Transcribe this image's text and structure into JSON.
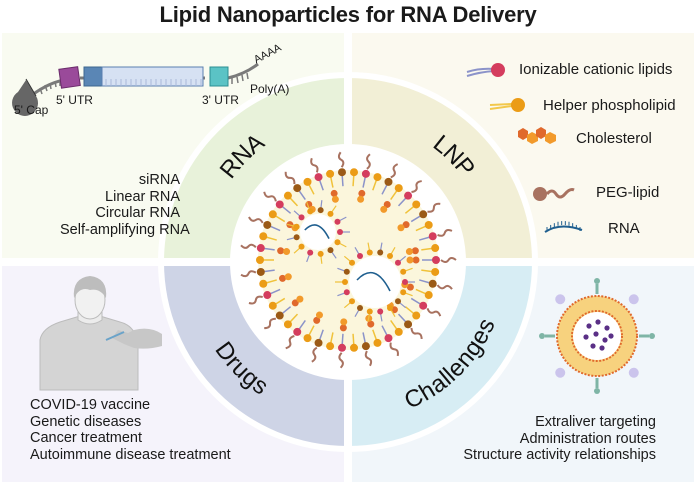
{
  "title": "Lipid Nanoparticles for RNA Delivery",
  "colors": {
    "q_rna_bg": "#f9fbf1",
    "q_lnp_bg": "#fbf9ef",
    "q_drugs_bg": "#f5f3fb",
    "q_chal_bg": "#f1f6fa",
    "ring_rna": "#e8f2da",
    "ring_lnp": "#f2efd6",
    "ring_drugs": "#ced4e6",
    "ring_chal": "#d7edf4",
    "ionizable": "#d43d5e",
    "helper": "#eb9c16",
    "cholesterol": "#e0692c",
    "peg": "#a87260",
    "rna": "#1f5f8f"
  },
  "ring_labels": {
    "rna": "RNA",
    "lnp": "LNP",
    "drugs": "Drugs",
    "challenges": "Challenges"
  },
  "mrna_diagram": {
    "cap": "5' Cap",
    "utr5": "5' UTR",
    "utr3": "3' UTR",
    "polya": "Poly(A)",
    "tail": "AAAA"
  },
  "rna_types": [
    "siRNA",
    "Linear RNA",
    "Circular RNA",
    "Self-amplifying RNA"
  ],
  "legend": [
    {
      "icon": "ionizable-lipid-icon",
      "label": "Ionizable cationic lipids"
    },
    {
      "icon": "helper-phospholipid-icon",
      "label": "Helper phospholipid"
    },
    {
      "icon": "cholesterol-icon",
      "label": "Cholesterol"
    },
    {
      "icon": "peg-lipid-icon",
      "label": "PEG-lipid"
    },
    {
      "icon": "rna-icon",
      "label": "RNA"
    }
  ],
  "drugs": [
    "COVID-19 vaccine",
    "Genetic diseases",
    "Cancer treatment",
    "Autoimmune disease treatment"
  ],
  "challenges": [
    "Extraliver targeting",
    "Administration routes",
    "Structure activity relationships"
  ]
}
